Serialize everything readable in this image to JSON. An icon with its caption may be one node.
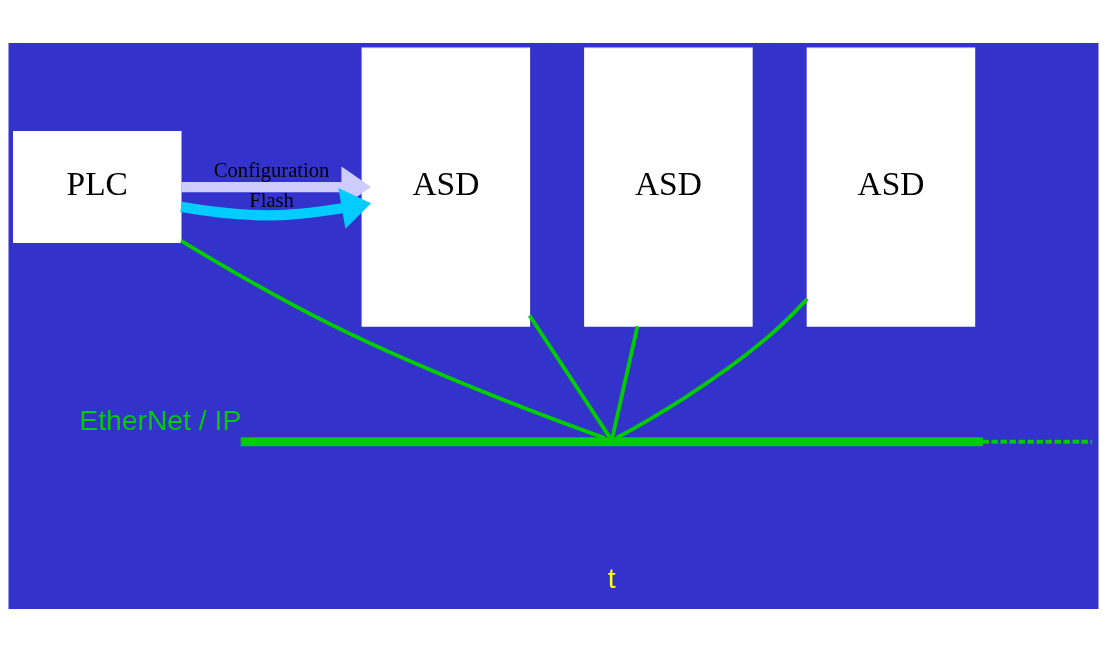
{
  "diagram": {
    "nodes": [
      {
        "text": [
          "PLC"
        ]
      },
      {
        "text": [
          "ASD"
        ]
      },
      {
        "text": [
          "ASD"
        ]
      },
      {
        "text": [
          "ASD"
        ]
      },
      {
        "text": [],
        "shape": "bar",
        "beside": [
          "EtherNet / IP"
        ]
      }
    ],
    "edges": [
      {
        "from": 0,
        "to": 4,
        "arrow": "none"
      },
      {
        "from": 1,
        "to": 4,
        "arrow": "none"
      },
      {
        "from": 2,
        "to": 4,
        "arrow": "none"
      },
      {
        "from": 3,
        "to": 4,
        "arrow": "none"
      },
      {
        "from": 4,
        "to": null,
        "arrow": "none",
        "style": "dashed"
      },
      {
        "from": 0,
        "to": 1,
        "arrow": "to",
        "label": "Configuration",
        "style": "thick",
        "color": "#ccccff"
      },
      {
        "from": 0,
        "to": 1,
        "arrow": "to",
        "label": "Flash",
        "style": "thick",
        "color": "#00ccff"
      }
    ],
    "labels": [
      "t"
    ]
  }
}
